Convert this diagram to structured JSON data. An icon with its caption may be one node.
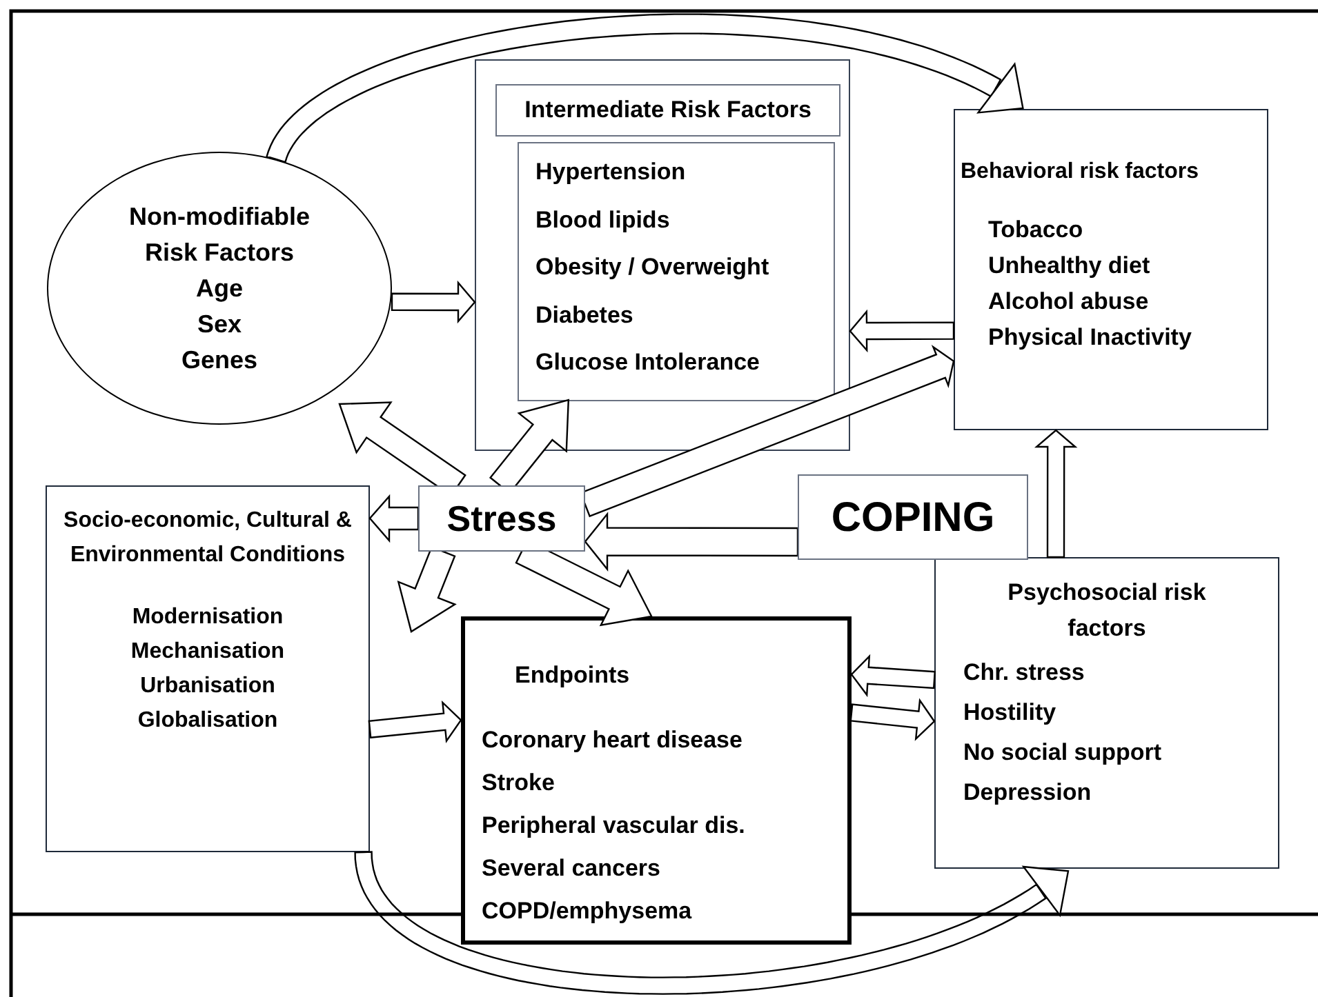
{
  "diagram": {
    "nodes": [
      {
        "text": [
          "Non-modifiable Risk Factors",
          "Age",
          "Sex",
          "Genes"
        ]
      },
      {
        "text": [],
        "shape": "box"
      },
      {
        "text": [
          "Intermediate Risk Factors"
        ],
        "in": 1
      },
      {
        "text": [
          "Hypertension",
          "Blood lipids",
          "Obesity / Overweight",
          "Diabetes",
          "Glucose Intolerance"
        ],
        "in": 1
      },
      {
        "text": [
          "Behavioral risk factors",
          "Tobacco",
          "Unhealthy diet",
          "Alcohol abuse",
          "Physical Inactivity"
        ]
      },
      {
        "text": [
          "Socio-economic, Cultural & Environmental Conditions",
          "Modernisation",
          "Mechanisation",
          "Urbanisation",
          "Globalisation"
        ]
      },
      {
        "text": [
          "Stress"
        ]
      },
      {
        "text": [
          "COPING"
        ]
      },
      {
        "text": [
          "Endpoints",
          "Coronary heart disease",
          "Stroke",
          "Peripheral vascular dis.",
          "Several cancers",
          "COPD/emphysema"
        ]
      },
      {
        "text": [
          "Psychosocial risk factors",
          "Chr. stress",
          "Hostility",
          "No social support",
          "Depression"
        ]
      }
    ],
    "edges": [
      {
        "from": 0,
        "to": 4,
        "arrow": "to"
      },
      {
        "from": 0,
        "to": 1,
        "arrow": "to"
      },
      {
        "from": 4,
        "to": 1,
        "arrow": "to"
      },
      {
        "from": 6,
        "to": 0,
        "arrow": "to"
      },
      {
        "from": 6,
        "to": 3,
        "arrow": "to"
      },
      {
        "from": 6,
        "to": 4,
        "arrow": "to"
      },
      {
        "from": 6,
        "to": 5,
        "arrow": "to"
      },
      {
        "from": 6,
        "to": null,
        "arrow": "to"
      },
      {
        "from": 6,
        "to": 8,
        "arrow": "to"
      },
      {
        "from": 7,
        "to": 6,
        "arrow": "to"
      },
      {
        "from": 9,
        "to": 4,
        "arrow": "to"
      },
      {
        "from": 5,
        "to": 8,
        "arrow": "to"
      },
      {
        "from": 9,
        "to": 8,
        "arrow": "to"
      },
      {
        "from": 8,
        "to": 9,
        "arrow": "to"
      },
      {
        "from": 5,
        "to": 9,
        "arrow": "to"
      }
    ]
  }
}
